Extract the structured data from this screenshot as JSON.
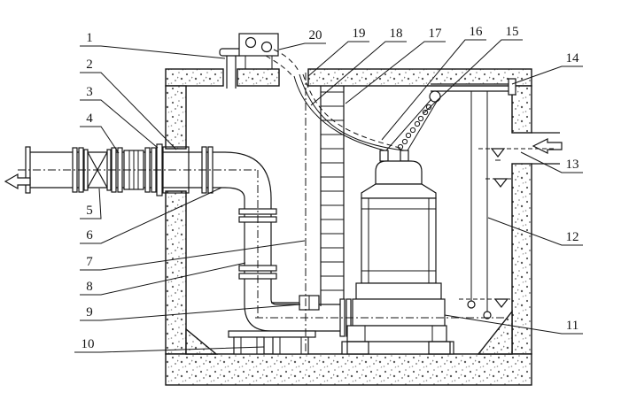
{
  "figure": {
    "background": "#ffffff",
    "ink": "#141414",
    "callouts": [
      {
        "label": "1"
      },
      {
        "label": "2"
      },
      {
        "label": "3"
      },
      {
        "label": "4"
      },
      {
        "label": "5"
      },
      {
        "label": "6"
      },
      {
        "label": "7"
      },
      {
        "label": "8"
      },
      {
        "label": "9"
      },
      {
        "label": "10"
      },
      {
        "label": "11"
      },
      {
        "label": "12"
      },
      {
        "label": "13"
      },
      {
        "label": "14"
      },
      {
        "label": "15"
      },
      {
        "label": "16"
      },
      {
        "label": "17"
      },
      {
        "label": "18"
      },
      {
        "label": "19"
      },
      {
        "label": "20"
      }
    ]
  }
}
